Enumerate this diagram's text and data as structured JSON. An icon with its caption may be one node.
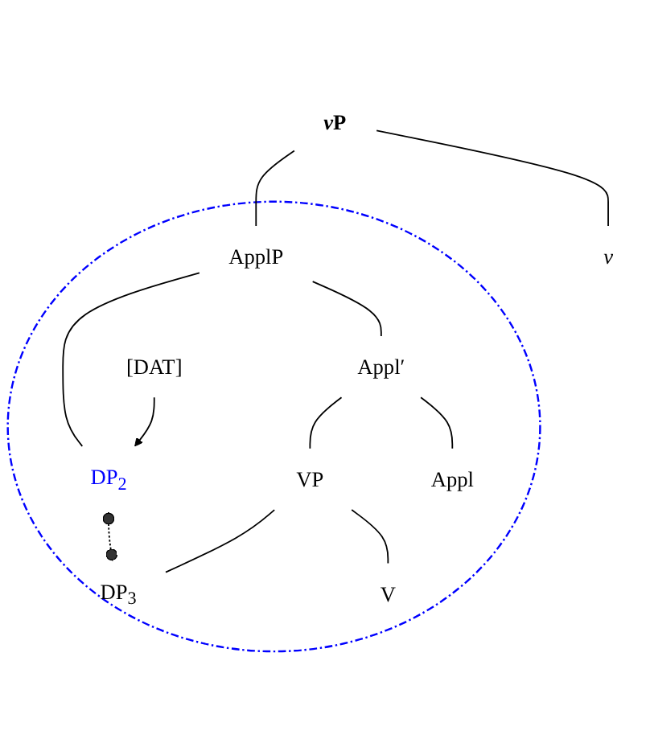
{
  "diagram": {
    "nodes": [
      {
        "text": [
          "vP"
        ]
      },
      {
        "text": [],
        "shape": "circle"
      },
      {
        "text": [
          "ApplP"
        ],
        "in": 1
      },
      {
        "text": [
          "v"
        ]
      },
      {
        "text": [
          "DP$_{2}$"
        ],
        "in": 1
      },
      {
        "text": [
          "Appl′"
        ],
        "in": 1
      },
      {
        "text": [
          "VP"
        ],
        "in": 1
      },
      {
        "text": [
          "Appl"
        ],
        "in": 1
      },
      {
        "text": [
          "[DAT]"
        ],
        "in": 1
      },
      {
        "text": [
          "DP$_{3}$"
        ],
        "in": 1
      },
      {
        "text": [
          "V"
        ],
        "in": 1
      }
    ],
    "edges": [
      {
        "from": 0,
        "to": 2,
        "arrow": "none"
      },
      {
        "from": 0,
        "to": 3,
        "arrow": "none"
      },
      {
        "from": 2,
        "to": 4,
        "arrow": "none"
      },
      {
        "from": 2,
        "to": 5,
        "arrow": "none"
      },
      {
        "from": 5,
        "to": 6,
        "arrow": "none"
      },
      {
        "from": 5,
        "to": 7,
        "arrow": "none"
      },
      {
        "from": 6,
        "to": 9,
        "arrow": "none"
      },
      {
        "from": 6,
        "to": 10,
        "arrow": "none"
      },
      {
        "from": 8,
        "to": 4,
        "arrow": "to"
      },
      {
        "from": 9,
        "to": 4,
        "arrow": "other",
        "style": "dashed"
      }
    ]
  }
}
